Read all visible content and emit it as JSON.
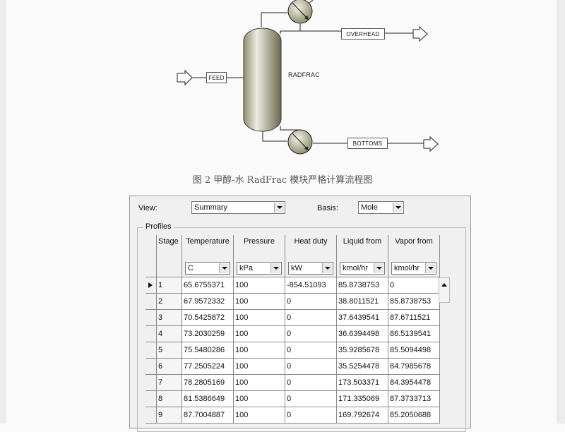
{
  "flowsheet": {
    "block_name": "RADFRAC",
    "streams": {
      "feed": "FEED",
      "overhead": "OVERHEAD",
      "bottoms": "BOTTOMS"
    }
  },
  "caption": "图 2  甲醇-水 RadFrac 模块严格计算流程图",
  "dialog": {
    "view_label": "View:",
    "view_value": "Summary",
    "basis_label": "Basis:",
    "basis_value": "Mole",
    "profiles_title": "Profiles",
    "columns": [
      {
        "header": "Stage",
        "unit": ""
      },
      {
        "header": "Temperature",
        "unit": "C"
      },
      {
        "header": "Pressure",
        "unit": "kPa"
      },
      {
        "header": "Heat duty",
        "unit": "kW"
      },
      {
        "header": "Liquid from",
        "unit": "kmol/hr"
      },
      {
        "header": "Vapor from",
        "unit": "kmol/hr"
      }
    ],
    "rows": [
      [
        "1",
        "65.6755371",
        "100",
        "-854.51093",
        "85.8738753",
        "0"
      ],
      [
        "2",
        "67.9572332",
        "100",
        "0",
        "38.8011521",
        "85.8738753"
      ],
      [
        "3",
        "70.5425872",
        "100",
        "0",
        "37.6439541",
        "87.6711521"
      ],
      [
        "4",
        "73.2030259",
        "100",
        "0",
        "36.6394498",
        "86.5139541"
      ],
      [
        "5",
        "75.5480286",
        "100",
        "0",
        "35.9285678",
        "85.5094498"
      ],
      [
        "6",
        "77.2505224",
        "100",
        "0",
        "35.5254478",
        "84.7985678"
      ],
      [
        "7",
        "78.2805169",
        "100",
        "0",
        "173.503371",
        "84.3954478"
      ],
      [
        "8",
        "81.5386649",
        "100",
        "0",
        "171.335069",
        "87.3733713"
      ],
      [
        "9",
        "87.7004887",
        "100",
        "0",
        "169.792674",
        "85.2050688"
      ]
    ]
  },
  "colors": {
    "column_body": "#c9c9a8",
    "stream_line": "#222222"
  },
  "icons": {
    "condenser": "heat-exchanger-icon",
    "reboiler": "heat-exchanger-icon",
    "stream_arrow": "arrow-icon"
  }
}
